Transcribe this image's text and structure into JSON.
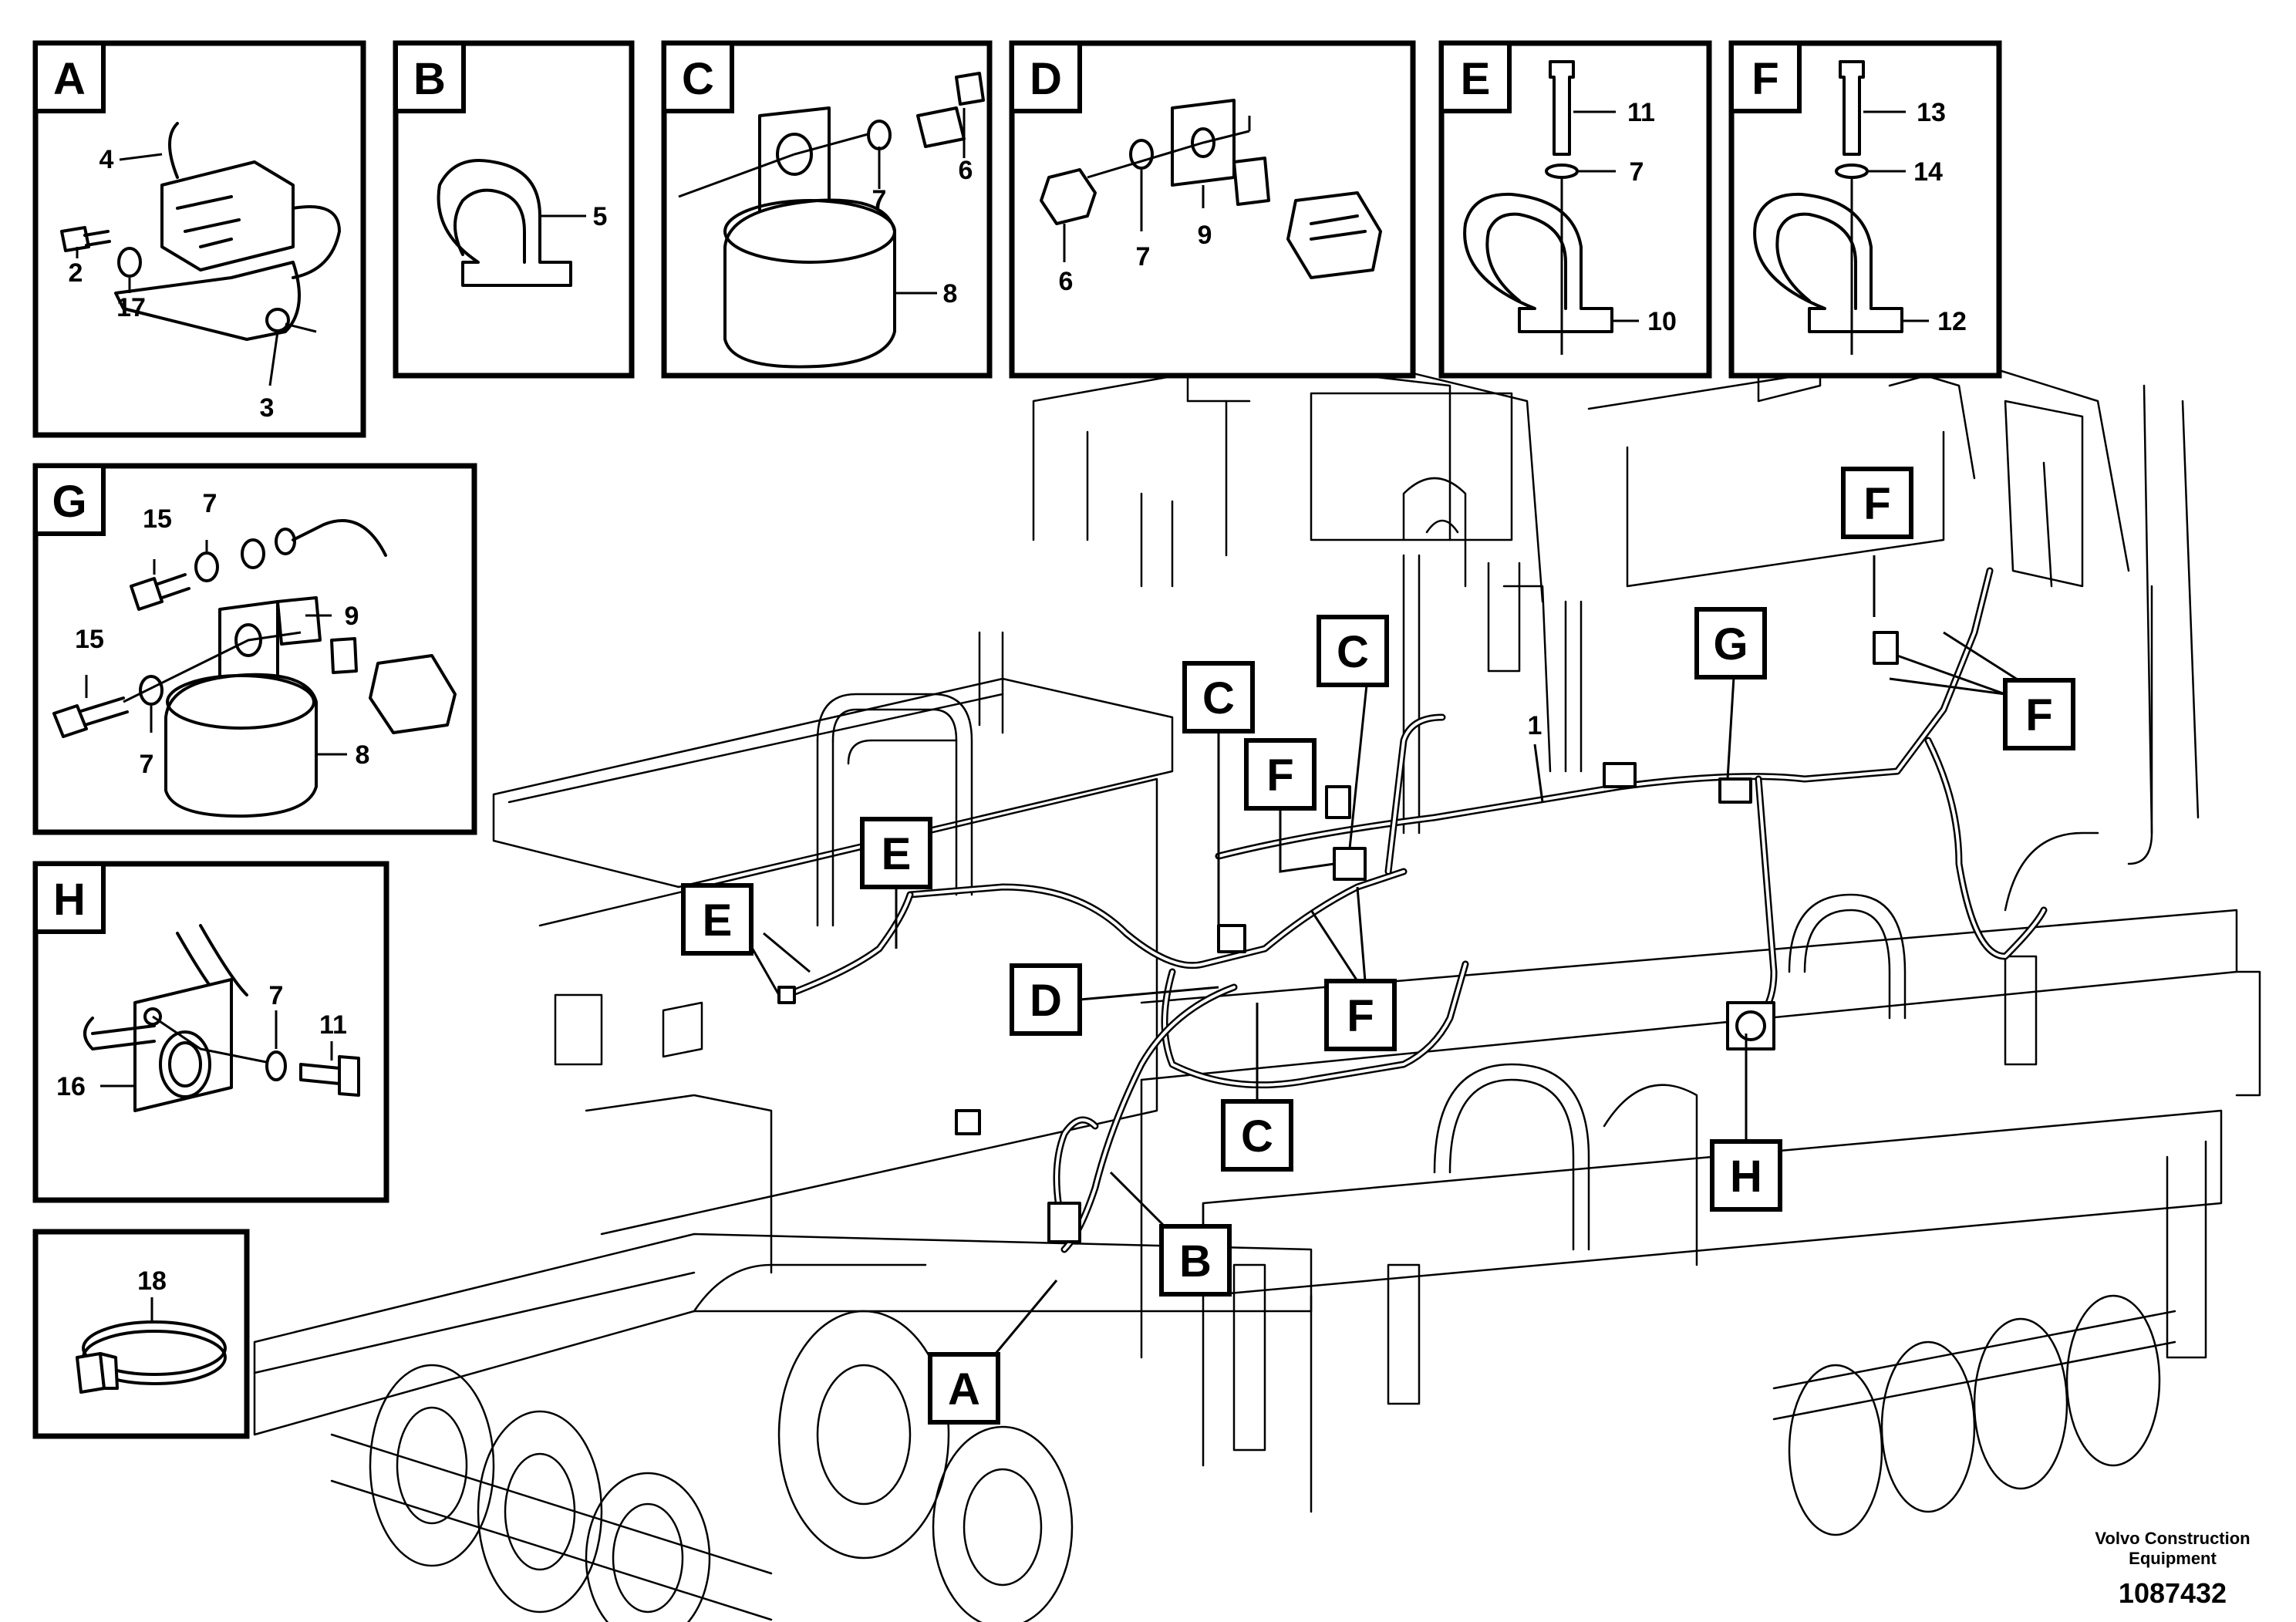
{
  "insets": {
    "A": {
      "label": "A",
      "items": [
        "4",
        "2",
        "17",
        "3"
      ]
    },
    "B": {
      "label": "B",
      "items": [
        "5"
      ]
    },
    "C": {
      "label": "C",
      "items": [
        "7",
        "6",
        "8"
      ]
    },
    "D": {
      "label": "D",
      "items": [
        "6",
        "7",
        "9"
      ]
    },
    "E": {
      "label": "E",
      "items": [
        "11",
        "7",
        "10"
      ]
    },
    "F": {
      "label": "F",
      "items": [
        "13",
        "14",
        "12"
      ]
    },
    "G": {
      "label": "G",
      "items": [
        "15",
        "7",
        "15",
        "9",
        "7",
        "8"
      ]
    },
    "H": {
      "label": "H",
      "items": [
        "7",
        "11",
        "16"
      ]
    },
    "I": {
      "items": [
        "18"
      ]
    }
  },
  "callouts": [
    "F",
    "C",
    "G",
    "C",
    "F",
    "F",
    "E",
    "E",
    "D",
    "F",
    "C",
    "B",
    "H",
    "A"
  ],
  "main_part_number": "1",
  "footer": {
    "brand_line1": "Volvo Construction",
    "brand_line2": "Equipment",
    "drawing_number": "1087432"
  }
}
